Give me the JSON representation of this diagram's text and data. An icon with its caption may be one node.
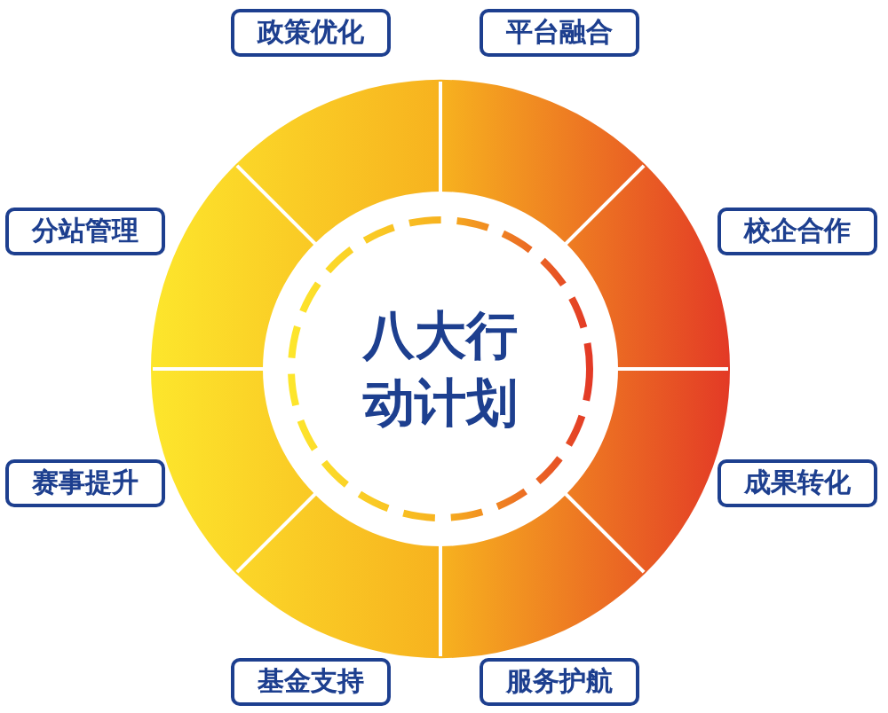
{
  "diagram": {
    "nodes": [
      {
        "text": [
          "八大行动计划"
        ]
      },
      {
        "text": [
          "政策优化"
        ]
      },
      {
        "text": [
          "平台融合"
        ]
      },
      {
        "text": [
          "分站管理"
        ]
      },
      {
        "text": [
          "校企合作"
        ]
      },
      {
        "text": [
          "赛事提升"
        ]
      },
      {
        "text": [
          "成果转化"
        ]
      },
      {
        "text": [
          "基金支持"
        ]
      },
      {
        "text": [
          "服务护航"
        ]
      }
    ]
  }
}
